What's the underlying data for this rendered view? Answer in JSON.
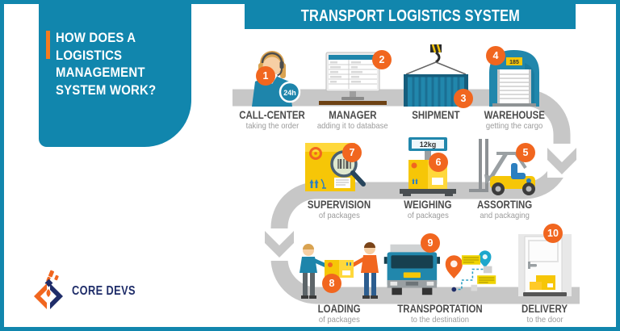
{
  "banner": {
    "title": "TRANSPORT LOGISTICS SYSTEM"
  },
  "sidebar": {
    "heading_lines": [
      "HOW DOES A",
      "LOGISTICS",
      "MANAGEMENT",
      "SYSTEM WORK?"
    ]
  },
  "logo": {
    "text": "CORE DEVS"
  },
  "steps": [
    {
      "number": "1",
      "title": "CALL-CENTER",
      "subtitle": "taking the order",
      "icon": "call-center-icon",
      "badge_text": "24h"
    },
    {
      "number": "2",
      "title": "MANAGER",
      "subtitle": "adding it to database",
      "icon": "manager-icon"
    },
    {
      "number": "3",
      "title": "SHIPMENT",
      "subtitle": "",
      "icon": "shipment-icon"
    },
    {
      "number": "4",
      "title": "WAREHOUSE",
      "subtitle": "getting the cargo",
      "icon": "warehouse-icon",
      "sign_text": "185"
    },
    {
      "number": "5",
      "title": "ASSORTING",
      "subtitle": "and packaging",
      "icon": "forklift-icon"
    },
    {
      "number": "6",
      "title": "WEIGHING",
      "subtitle": "of packages",
      "icon": "scale-icon",
      "scale_reading": "12kg"
    },
    {
      "number": "7",
      "title": "SUPERVISION",
      "subtitle": "of packages",
      "icon": "magnifier-box-icon"
    },
    {
      "number": "8",
      "title": "LOADING",
      "subtitle": "of packages",
      "icon": "loading-icon"
    },
    {
      "number": "9",
      "title": "TRANSPORTATION",
      "subtitle": "to the destination",
      "icon": "truck-icon"
    },
    {
      "number": "10",
      "title": "DELIVERY",
      "subtitle": "to the door",
      "icon": "door-icon"
    }
  ],
  "colors": {
    "teal": "#1186ad",
    "badge_orange": "#f1661f",
    "accent_orange": "#f47b20",
    "path_gray": "#c7c7c7",
    "package_yellow": "#f6c607",
    "logo_navy": "#1f2d69",
    "title_text": "#4c4c4c",
    "subtitle_text": "#9b9b9b"
  }
}
